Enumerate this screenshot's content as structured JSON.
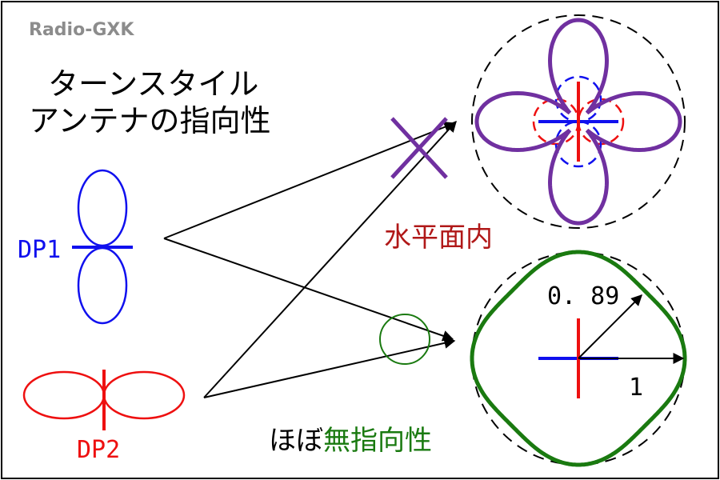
{
  "watermark": "Radio-GXK",
  "title": {
    "line1": "ターンスタイル",
    "line2": "アンテナの指向性"
  },
  "dp1": {
    "label": "DP1",
    "color": "#1010ee"
  },
  "dp2": {
    "label": "DP2",
    "color": "#ee1010"
  },
  "horizontal_plane": {
    "label": "水平面内",
    "color": "#b01818"
  },
  "combined": {
    "prefix": "ほぼ",
    "highlight": "無指向性",
    "prefix_color": "#000000",
    "highlight_color": "#1a7a10"
  },
  "colors": {
    "cross_pattern": "#7030a0",
    "omni_pattern": "#1a7a10",
    "frame": "#000000"
  },
  "omni_pattern": {
    "min_radius_label": "0. 89",
    "max_radius_label": "1",
    "min_radius": 0.89,
    "max_radius": 1
  }
}
